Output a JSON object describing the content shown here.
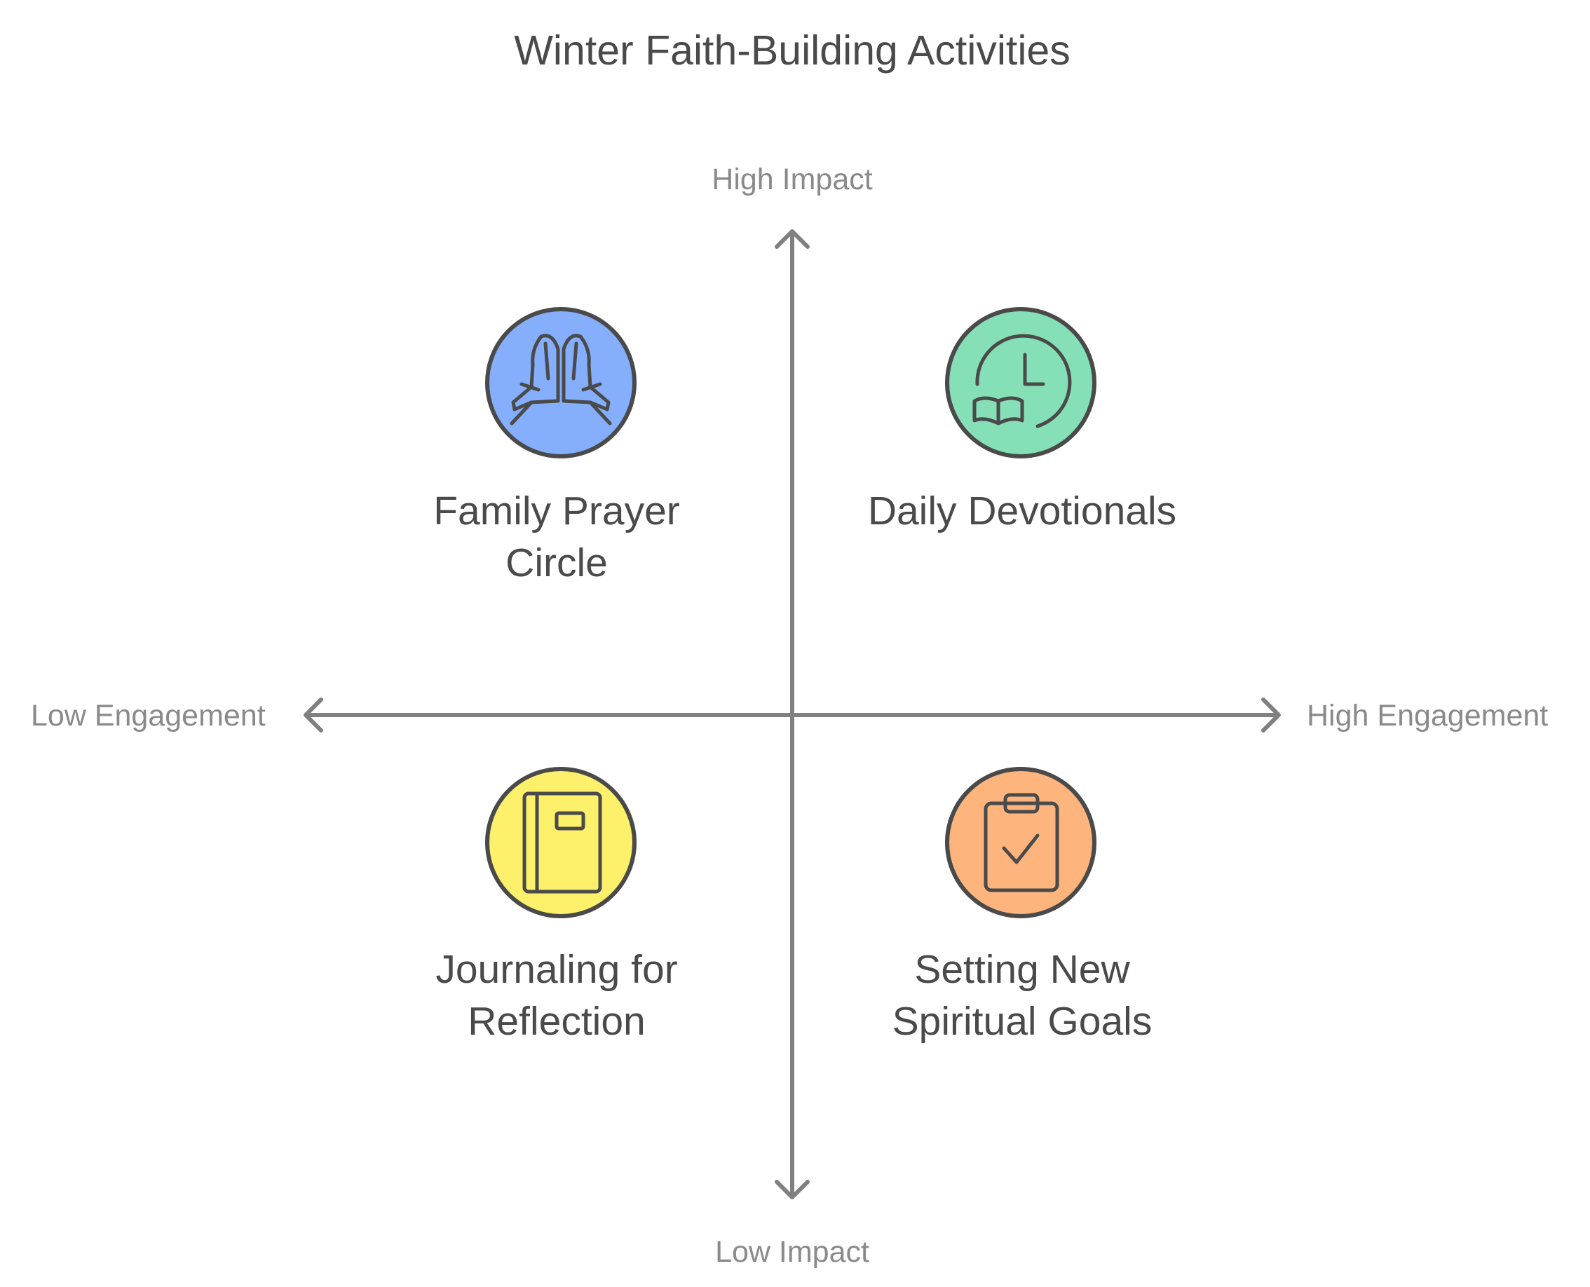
{
  "title": "Winter Faith-Building Activities",
  "axes": {
    "top": "High Impact",
    "bottom": "Low Impact",
    "left": "Low Engagement",
    "right": "High Engagement"
  },
  "quadrants": {
    "top_left": {
      "lines": [
        "Family Prayer",
        "Circle"
      ],
      "color": "#85aefc",
      "icon": "praying-hands-icon"
    },
    "top_right": {
      "lines": [
        "Daily Devotionals"
      ],
      "color": "#86e0b7",
      "icon": "book-clock-icon"
    },
    "bottom_left": {
      "lines": [
        "Journaling for",
        "Reflection"
      ],
      "color": "#fdf06a",
      "icon": "notebook-icon"
    },
    "bottom_right": {
      "lines": [
        "Setting New",
        "Spiritual Goals"
      ],
      "color": "#fdb57d",
      "icon": "clipboard-check-icon"
    }
  }
}
